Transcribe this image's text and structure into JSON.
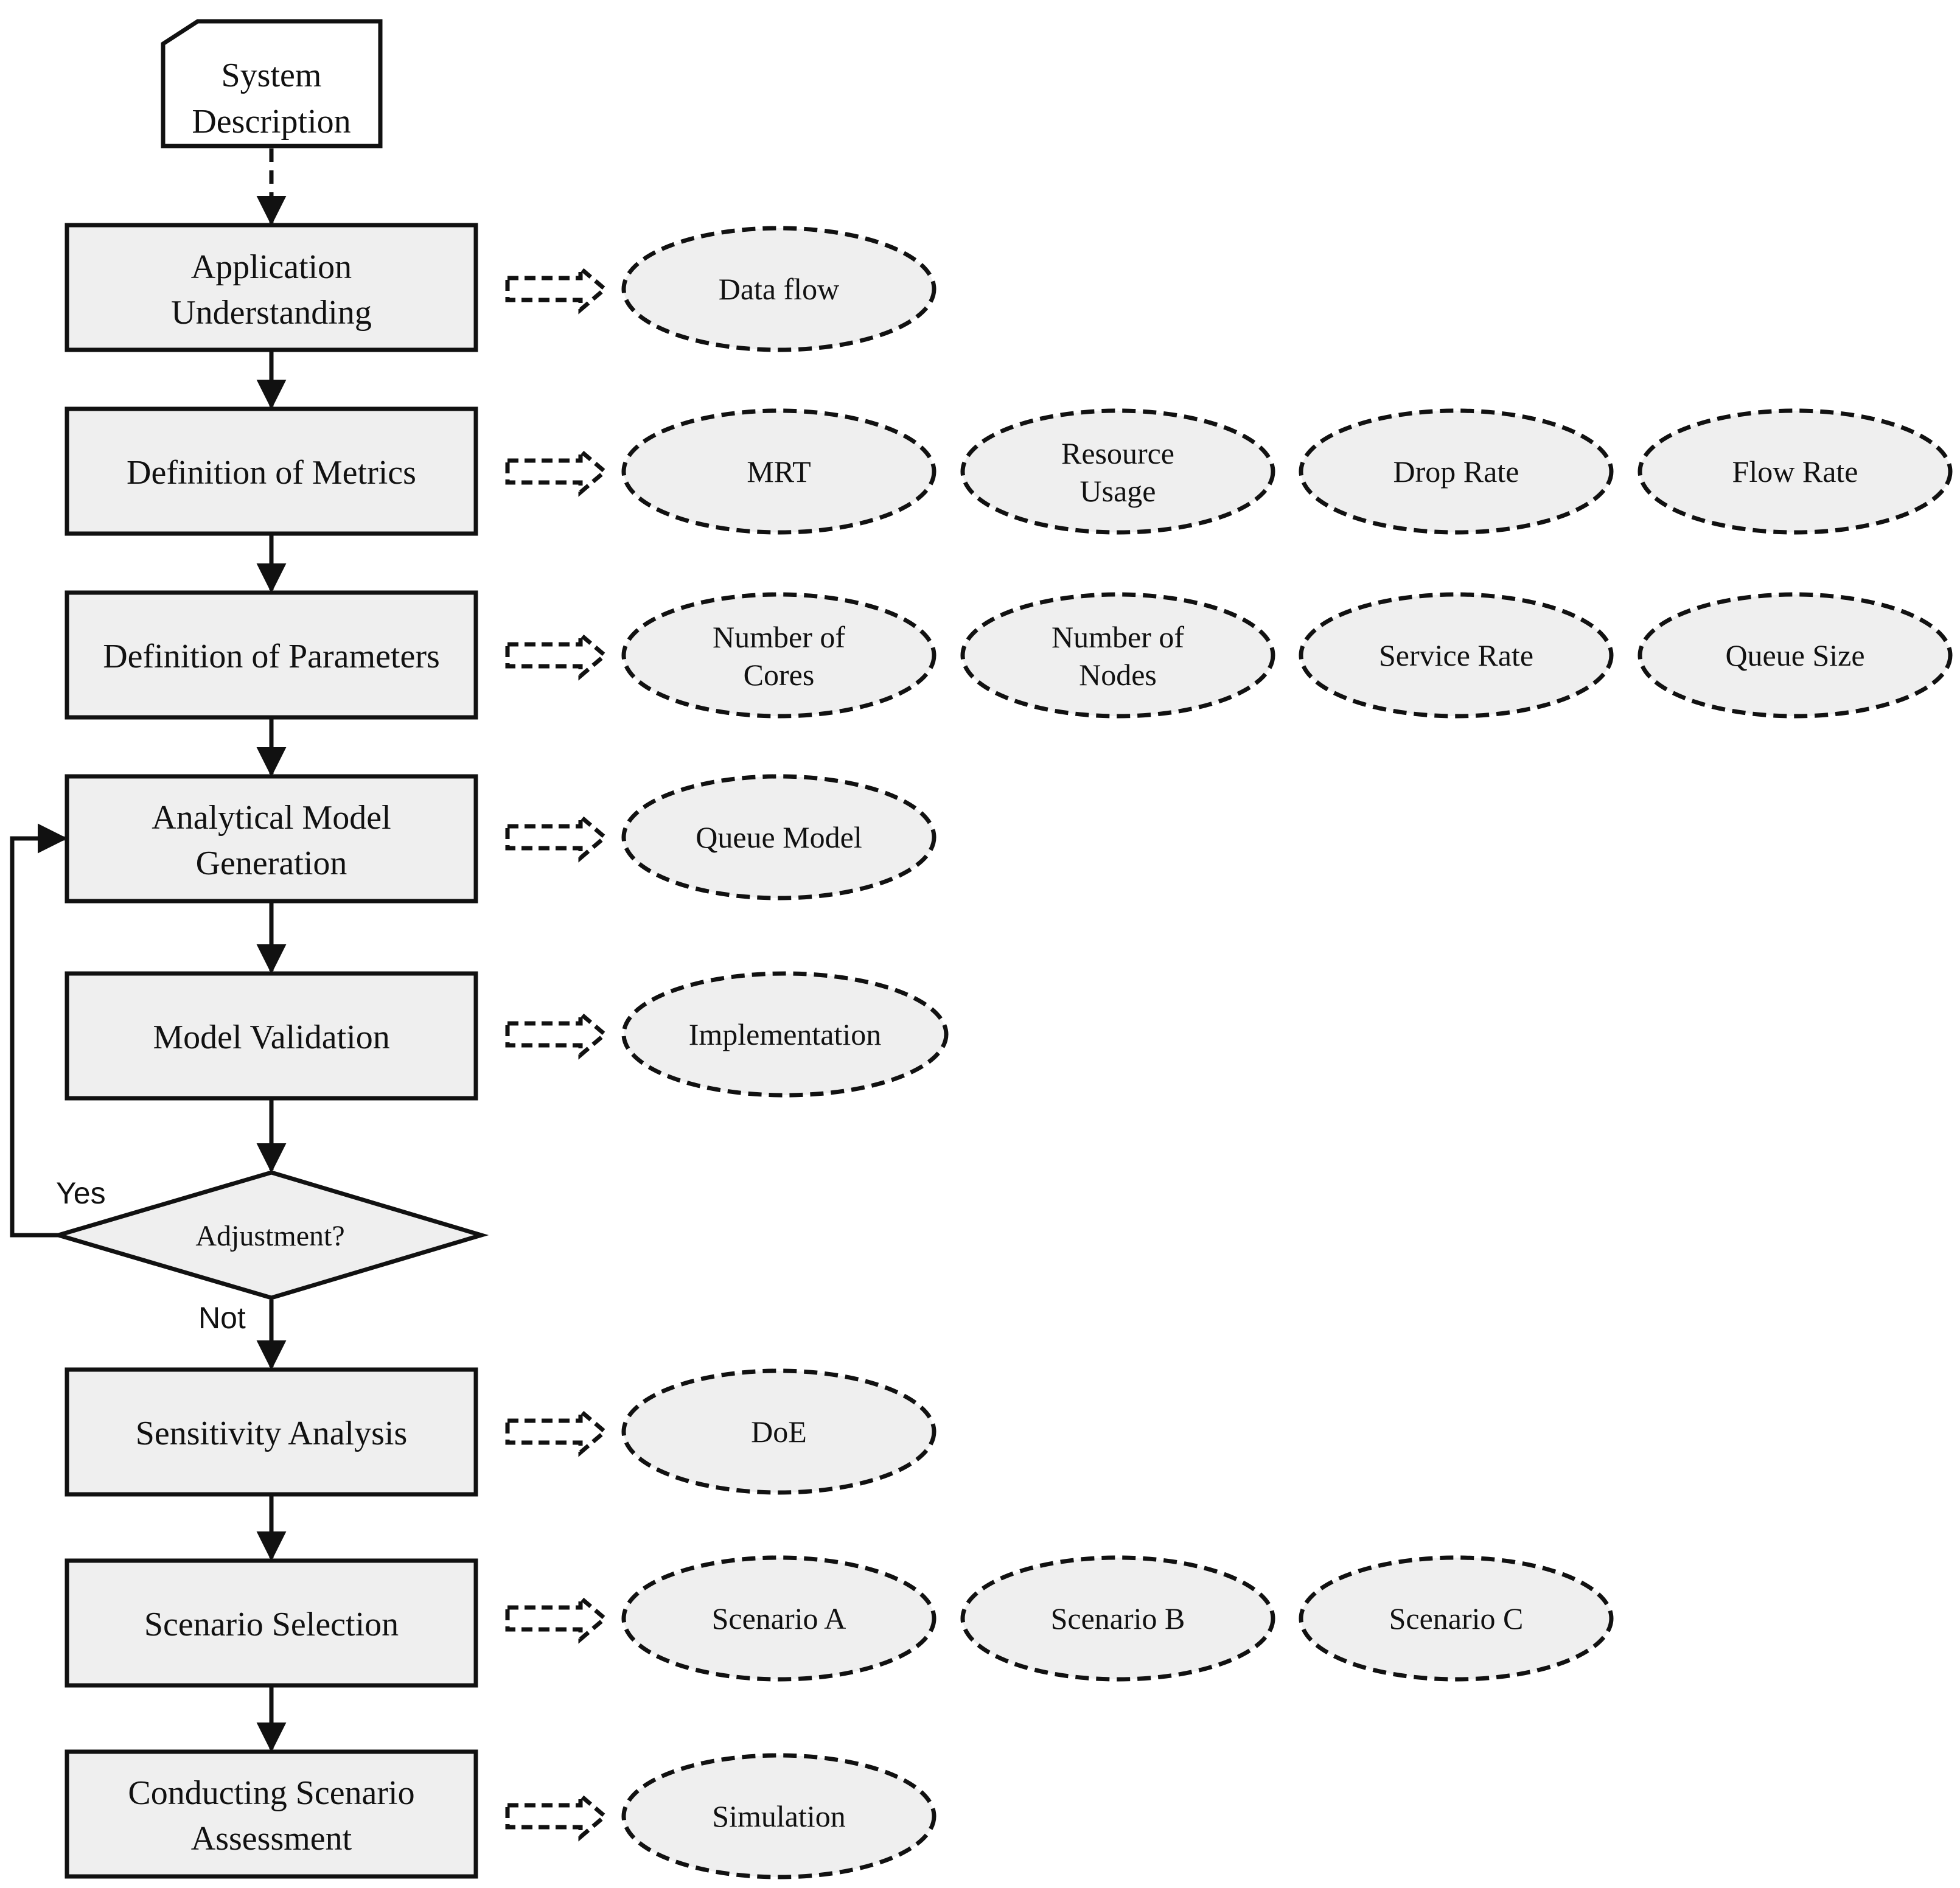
{
  "start": {
    "label_line1": "System",
    "label_line2": "Description"
  },
  "steps": {
    "application_understanding": {
      "line1": "Application",
      "line2": "Understanding"
    },
    "definition_of_metrics": {
      "line1": "Definition of Metrics"
    },
    "definition_of_parameters": {
      "line1": "Definition of Parameters"
    },
    "analytical_model_generation": {
      "line1": "Analytical Model",
      "line2": "Generation"
    },
    "model_validation": {
      "line1": "Model Validation"
    },
    "sensitivity_analysis": {
      "line1": "Sensitivity Analysis"
    },
    "scenario_selection": {
      "line1": "Scenario Selection"
    },
    "conducting_scenario_assessment": {
      "line1": "Conducting Scenario",
      "line2": "Assessment"
    }
  },
  "decision": {
    "label": "Adjustment?",
    "yes_label": "Yes",
    "no_label": "Not"
  },
  "outputs": {
    "data_flow": {
      "line1": "Data flow"
    },
    "mrt": {
      "line1": "MRT"
    },
    "resource_usage": {
      "line1": "Resource",
      "line2": "Usage"
    },
    "drop_rate": {
      "line1": "Drop Rate"
    },
    "flow_rate": {
      "line1": "Flow Rate"
    },
    "number_of_cores": {
      "line1": "Number of",
      "line2": "Cores"
    },
    "number_of_nodes": {
      "line1": "Number of",
      "line2": "Nodes"
    },
    "service_rate": {
      "line1": "Service Rate"
    },
    "queue_size": {
      "line1": "Queue Size"
    },
    "queue_model": {
      "line1": "Queue Model"
    },
    "implementation": {
      "line1": "Implementation"
    },
    "doe": {
      "line1": "DoE"
    },
    "scenario_a": {
      "line1": "Scenario A"
    },
    "scenario_b": {
      "line1": "Scenario B"
    },
    "scenario_c": {
      "line1": "Scenario C"
    },
    "simulation": {
      "line1": "Simulation"
    }
  },
  "colors": {
    "shape_fill": "#efefef",
    "stroke": "#111111",
    "background": "#ffffff"
  }
}
